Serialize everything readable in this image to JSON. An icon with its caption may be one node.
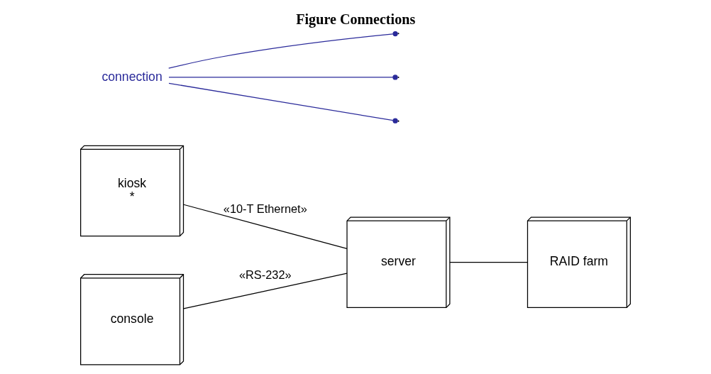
{
  "diagram": {
    "title": "Figure Connections",
    "nodes": [
      {
        "text": [
          "kiosk",
          "*"
        ]
      },
      {
        "text": [
          "console"
        ]
      },
      {
        "text": [
          "server"
        ]
      },
      {
        "text": [
          "RAID farm"
        ]
      },
      {
        "text": [
          "connection"
        ]
      }
    ],
    "edges": [
      {
        "from": 0,
        "to": 2,
        "arrow": "none",
        "label": "«10-T Ethernet»"
      },
      {
        "from": 1,
        "to": 2,
        "arrow": "none",
        "label": "«RS-232»"
      },
      {
        "from": 2,
        "to": 3,
        "arrow": "none"
      },
      {
        "from": 4,
        "to": null,
        "arrow": "other",
        "color": "#2a2a9a"
      },
      {
        "from": 4,
        "to": null,
        "arrow": "other",
        "color": "#2a2a9a"
      },
      {
        "from": 4,
        "to": null,
        "arrow": "other",
        "color": "#2a2a9a"
      }
    ]
  }
}
